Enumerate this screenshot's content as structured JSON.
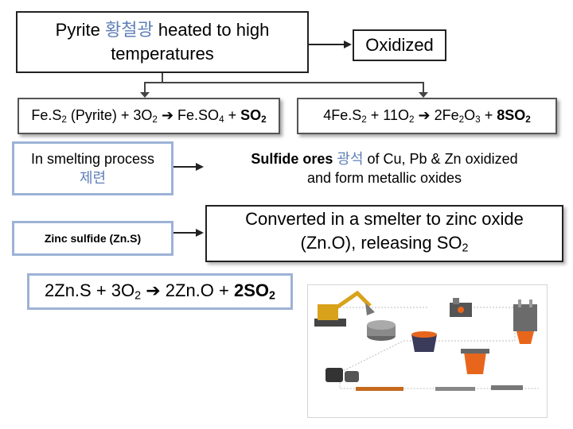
{
  "top": {
    "left": {
      "pre": "Pyrite ",
      "korean": "황철광",
      "post": " heated to high",
      "line2": "temperatures"
    },
    "right": "Oxidized"
  },
  "equations": {
    "left": {
      "p1": "Fe.S",
      "s1": "2",
      "p2": " (Pyrite) + 3O",
      "s2": "2",
      "p3": " Fe.SO",
      "s3": "4",
      "p4": " + ",
      "bold": "SO",
      "sbold": "2"
    },
    "right": {
      "p1": "4Fe.S",
      "s1": "2",
      "p2": " + 11O",
      "s2": "2",
      "p3": " 2Fe",
      "s3": "2",
      "p4": "O",
      "s4": "3",
      "p5": " + ",
      "bold": "8SO",
      "sbold": "2"
    },
    "arrow_glyph": "➔"
  },
  "smelting": {
    "label": "In smelting process",
    "korean": "제련"
  },
  "sulfide_ores": {
    "bold": "Sulfide ores",
    "korean": " 광석",
    "rest": " of Cu, Pb & Zn oxidized",
    "line2": "and form metallic oxides"
  },
  "zinc_sulfide": {
    "label": "Zinc sulfide (Zn.S)"
  },
  "converted": {
    "line1": "Converted in a smelter to zinc oxide",
    "line2": "(Zn.O), releasing SO",
    "sub": "2"
  },
  "zinc_equation": {
    "p1": "2Zn.S + 3O",
    "s1": "2",
    "p2": " 2Zn.O + ",
    "bold": "2SO",
    "sbold": "2"
  },
  "process_image": {
    "icons": [
      "excavator-icon",
      "crusher-icon",
      "furnace-icon",
      "kiln-icon",
      "ladle-icon",
      "ingot-icon"
    ],
    "colors": {
      "machine": "#d9a21b",
      "metal": "#555555",
      "hot": "#e8661c"
    }
  }
}
